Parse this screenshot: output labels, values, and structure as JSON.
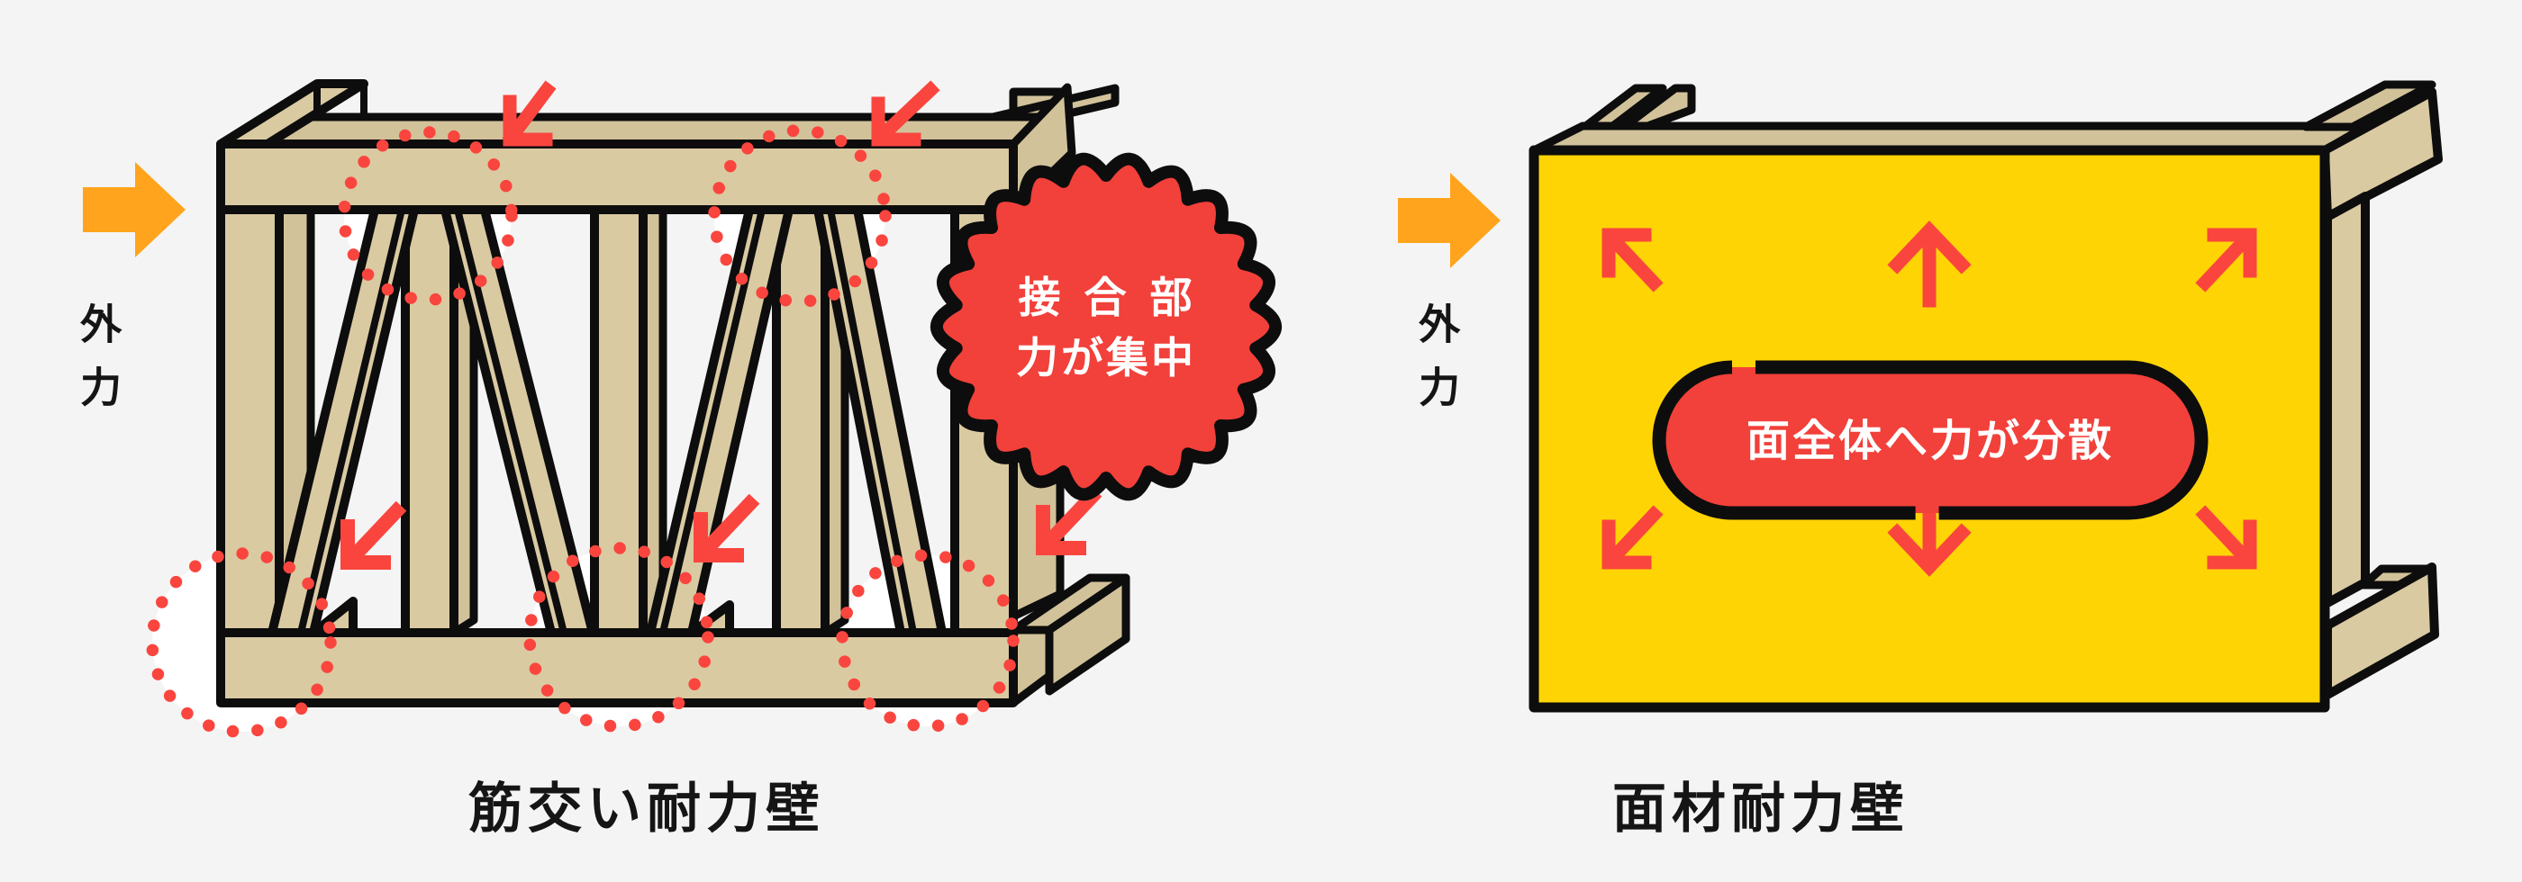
{
  "colors": {
    "background": "#F4F4F4",
    "wood": "#DACAA2",
    "wood_shade": "#D2C29A",
    "outline": "#0D0D0D",
    "red": "#FA453E",
    "red_deep": "#F2403A",
    "yellow": "#FFD405",
    "orange": "#FFA41C",
    "text": "#151515",
    "white": "#FFFFFF"
  },
  "left_diagram": {
    "force_label": "外力",
    "badge": {
      "line1": "接合部",
      "line2": "力が集中"
    },
    "caption": "筋交い耐力壁"
  },
  "right_diagram": {
    "force_label": "外力",
    "pill_label": "面全体へ力が分散",
    "caption": "面材耐力壁"
  }
}
